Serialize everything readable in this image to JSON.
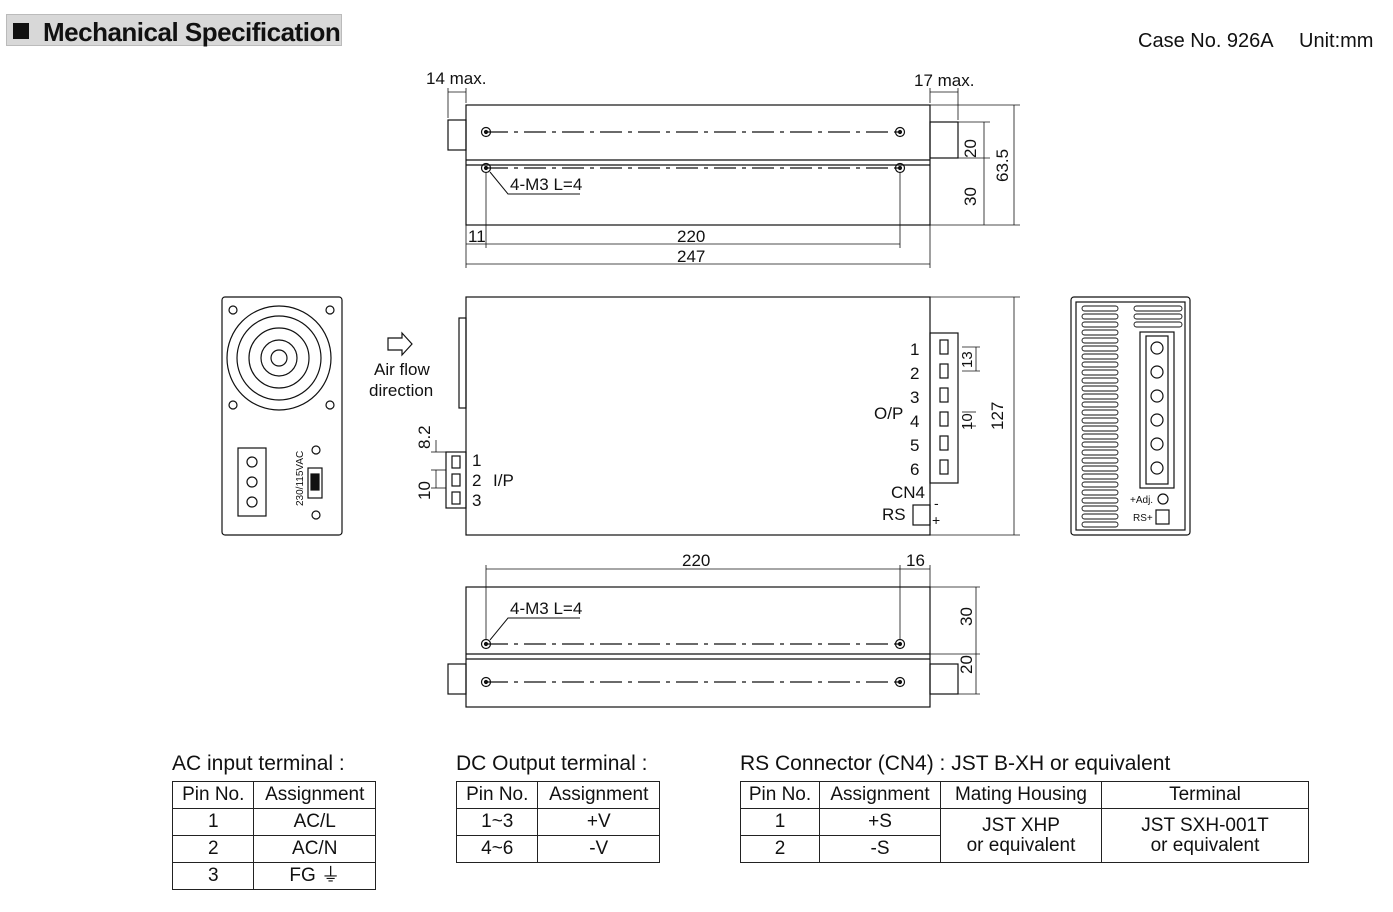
{
  "header": {
    "title": "Mechanical Specification",
    "case_no": "Case No. 926A",
    "unit": "Unit:mm"
  },
  "top_view": {
    "dim_14max": "14 max.",
    "dim_17max": "17 max.",
    "screw_label": "4-M3 L=4",
    "dim_20": "20",
    "dim_30": "30",
    "dim_63_5": "63.5",
    "dim_11": "11",
    "dim_220": "220",
    "dim_247": "247"
  },
  "front_view": {
    "airflow_line1": "Air flow",
    "airflow_line2": "direction",
    "op_label": "O/P",
    "op_pins": [
      "1",
      "2",
      "3",
      "4",
      "5",
      "6"
    ],
    "dim_13": "13",
    "dim_10_op": "10",
    "dim_127": "127",
    "cn4": "CN4",
    "rs": "RS",
    "minus": "-",
    "plus": "+",
    "ip_label": "I/P",
    "ip_pins": [
      "1",
      "2",
      "3"
    ],
    "dim_8_2": "8.2",
    "dim_10_ip": "10",
    "voltage_switch": "230/115VAC"
  },
  "right_view": {
    "adj": "+Adj.",
    "rs": "RS+"
  },
  "bottom_view": {
    "dim_220": "220",
    "dim_16": "16",
    "screw_label": "4-M3 L=4",
    "dim_30": "30",
    "dim_20": "20"
  },
  "tables": {
    "ac": {
      "caption": "AC input terminal :",
      "headers": [
        "Pin No.",
        "Assignment"
      ],
      "rows": [
        [
          "1",
          "AC/L"
        ],
        [
          "2",
          "AC/N"
        ],
        [
          "3",
          "FG ⏚"
        ]
      ]
    },
    "dc": {
      "caption": "DC Output terminal :",
      "headers": [
        "Pin No.",
        "Assignment"
      ],
      "rows": [
        [
          "1~3",
          "+V"
        ],
        [
          "4~6",
          "-V"
        ]
      ]
    },
    "rs": {
      "caption": "RS Connector (CN4) : JST B-XH or equivalent",
      "headers": [
        "Pin No.",
        "Assignment",
        "Mating Housing",
        "Terminal"
      ],
      "rows": [
        [
          "1",
          "+S"
        ],
        [
          "2",
          "-S"
        ]
      ],
      "housing_line1": "JST XHP",
      "housing_line2": "or equivalent",
      "terminal_line1": "JST SXH-001T",
      "terminal_line2": "or equivalent"
    }
  }
}
